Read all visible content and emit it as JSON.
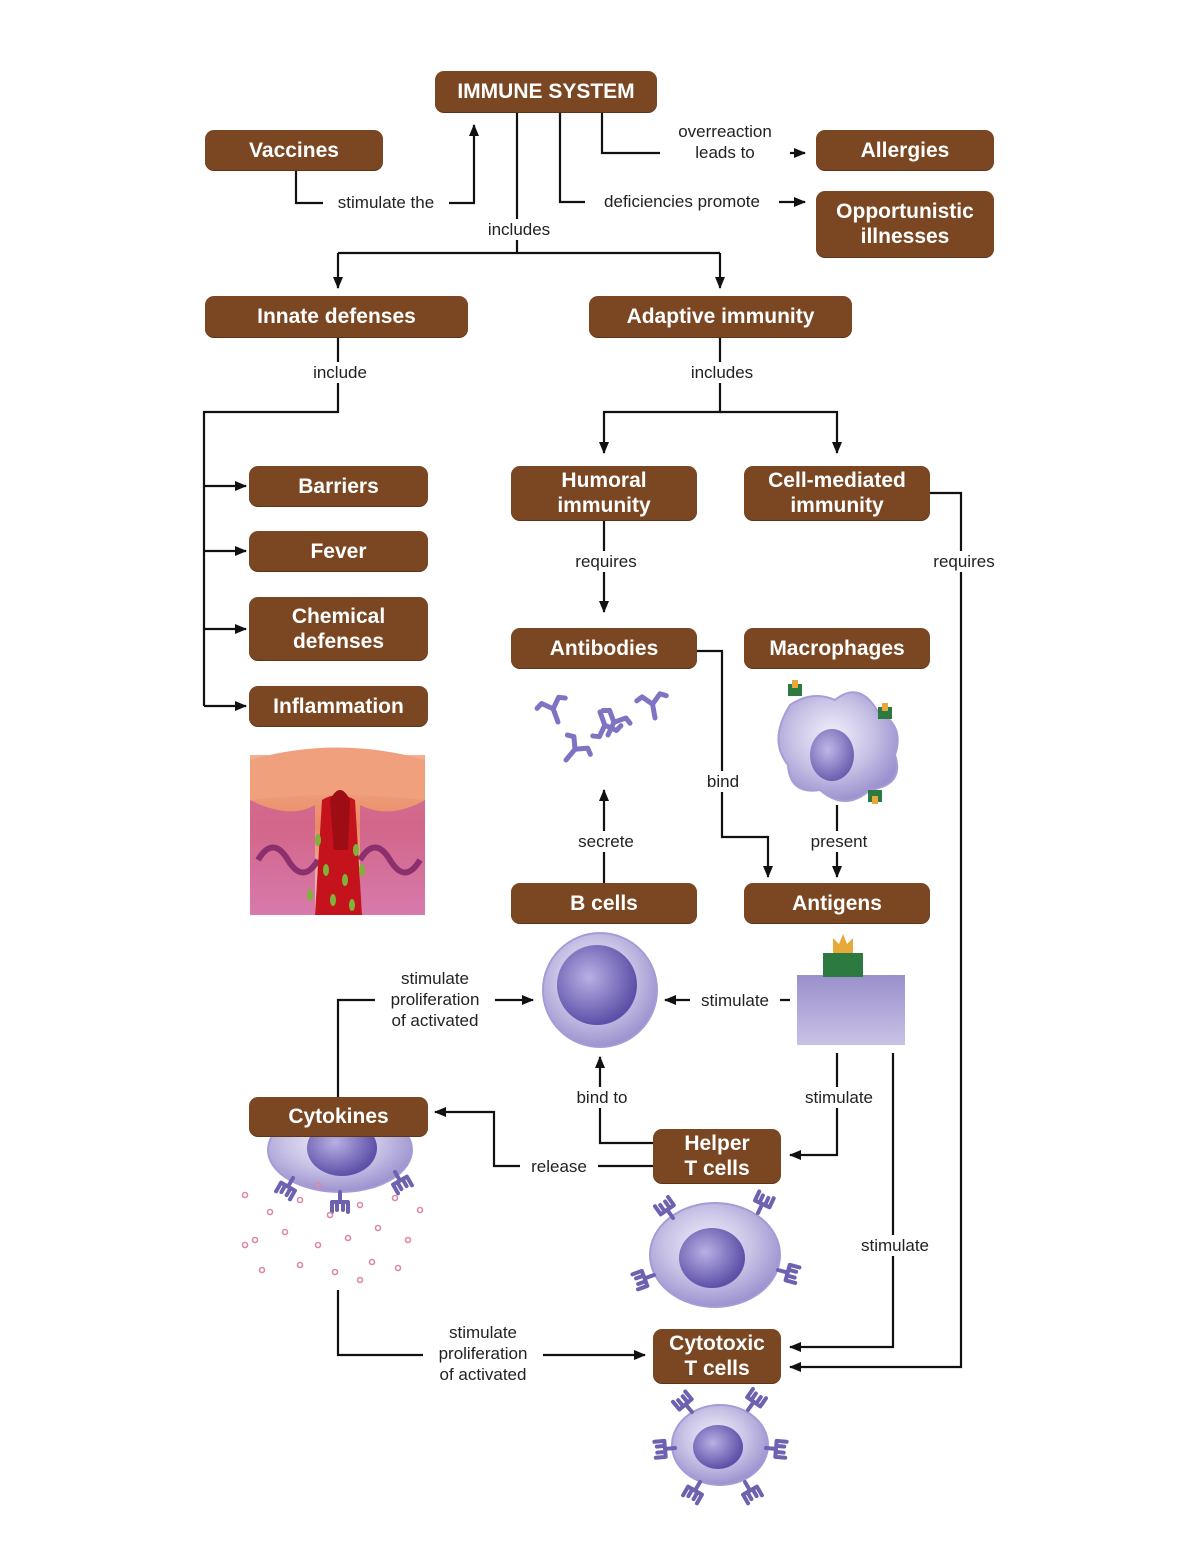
{
  "colors": {
    "node_fill": "#7a4722",
    "node_text": "#ffffff",
    "connector": "#111111",
    "cell_purple": "#8f83c6",
    "receptor": "#6e62b0",
    "antigen_green": "#2c7a3f",
    "antigen_orange": "#e6a93a",
    "cytokine_pink": "#d98aa5"
  },
  "nodes": {
    "immune_system": "IMMUNE SYSTEM",
    "vaccines": "Vaccines",
    "allergies": "Allergies",
    "opportunistic": "Opportunistic\nillnesses",
    "innate": "Innate defenses",
    "adaptive": "Adaptive immunity",
    "barriers": "Barriers",
    "fever": "Fever",
    "chemical": "Chemical\ndefenses",
    "inflammation": "Inflammation",
    "humoral": "Humoral\nimmunity",
    "cell_mediated": "Cell-mediated\nimmunity",
    "antibodies": "Antibodies",
    "macrophages": "Macrophages",
    "b_cells": "B cells",
    "antigens": "Antigens",
    "cytokines": "Cytokines",
    "helper_t": "Helper\nT cells",
    "cytotoxic_t": "Cytotoxic\nT cells"
  },
  "labels": {
    "overreaction": "overreaction\nleads to",
    "stimulate_the": "stimulate the",
    "deficiencies": "deficiencies promote",
    "includes_top": "includes",
    "include": "include",
    "includes_adaptive": "includes",
    "requires_humoral": "requires",
    "requires_cell": "requires",
    "bind": "bind",
    "secrete": "secrete",
    "present": "present",
    "stimulate_prolif_b": "stimulate\nproliferation\nof activated",
    "stimulate_b": "stimulate",
    "bind_to": "bind to",
    "stimulate_helper": "stimulate",
    "release": "release",
    "stimulate_cytotoxic": "stimulate",
    "stimulate_prolif_t": "stimulate\nproliferation\nof activated"
  },
  "illustrations": {
    "inflammation": "inflamed-skin-wound",
    "antibodies": "antibody-molecules",
    "macrophage": "macrophage-cell",
    "b_cell": "b-cell",
    "antigen": "antigen-on-cell-surface",
    "cytokine_cell": "cytokine-releasing-cell",
    "helper_t": "helper-t-cell",
    "cytotoxic_t": "cytotoxic-t-cell"
  }
}
